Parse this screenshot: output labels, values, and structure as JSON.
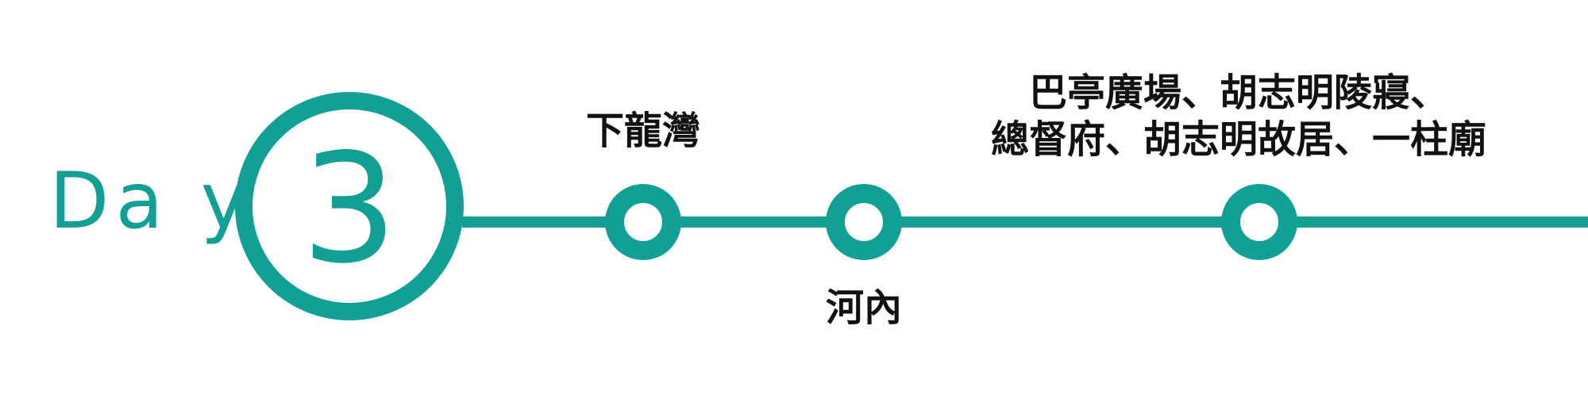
{
  "day": {
    "label": "Da y",
    "number": "3"
  },
  "stops": [
    {
      "name": "下龍灣"
    },
    {
      "name": "河內"
    },
    {
      "line1": "巴亭廣場、胡志明陵寢、",
      "line2": "總督府、胡志明故居、一柱廟"
    }
  ],
  "colors": {
    "accent": "#12a096",
    "text": "#111111",
    "background": "#ffffff"
  }
}
